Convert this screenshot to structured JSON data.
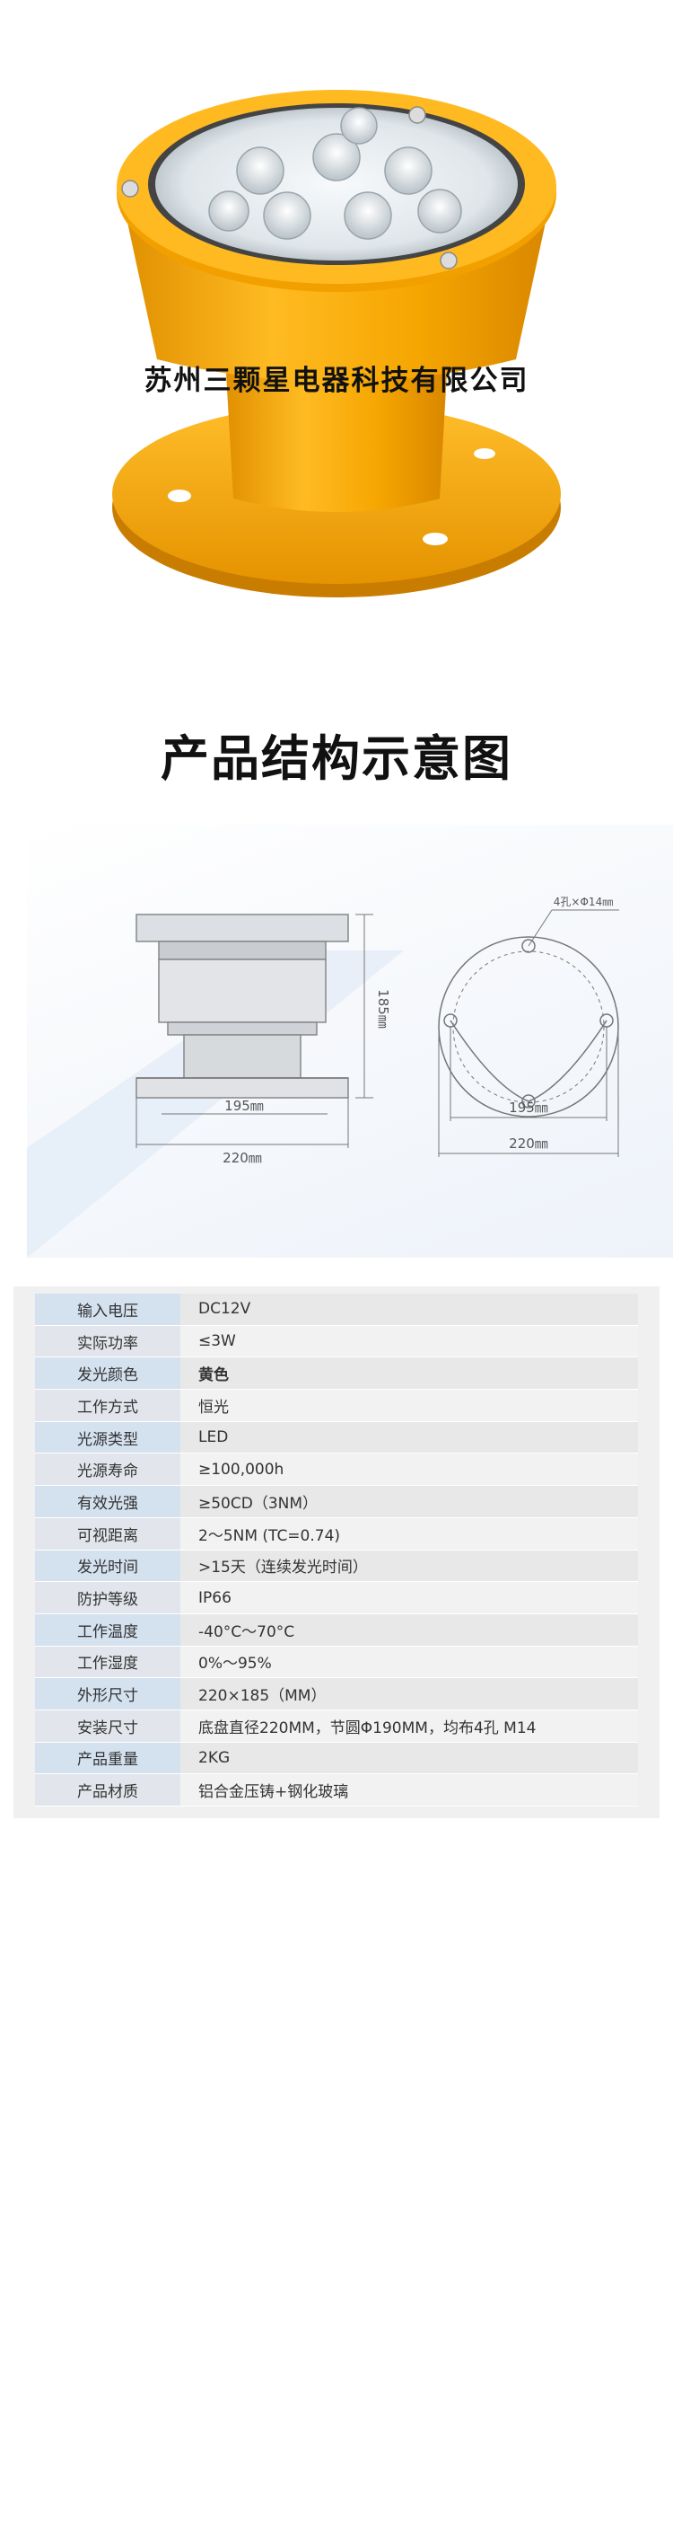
{
  "hero": {
    "watermark": "苏州三颗星电器科技有限公司",
    "colors": {
      "body": "#f5a500",
      "body_shadow": "#d98a00",
      "rim": "#ffb719",
      "lens": "#e9edf0"
    }
  },
  "section": {
    "title": "产品结构示意图"
  },
  "diagram": {
    "side": {
      "height_label": "185㎜",
      "inner_width_label": "195㎜",
      "outer_width_label": "220㎜"
    },
    "top": {
      "holes_label": "4孔×Φ14㎜",
      "pitch_label": "195㎜",
      "outer_label": "220㎜"
    }
  },
  "specs": [
    {
      "key": "输入电压",
      "value": "DC12V"
    },
    {
      "key": "实际功率",
      "value": "≤3W"
    },
    {
      "key": "发光颜色",
      "value": "黄色"
    },
    {
      "key": "工作方式",
      "value": "恒光"
    },
    {
      "key": "光源类型",
      "value": "LED"
    },
    {
      "key": "光源寿命",
      "value": "≥100,000h"
    },
    {
      "key": "有效光强",
      "value": "≥50CD（3NM）"
    },
    {
      "key": "可视距离",
      "value": "2～5NM (TC=0.74)"
    },
    {
      "key": "发光时间",
      "value": ">15天（连续发光时间）"
    },
    {
      "key": "防护等级",
      "value": "IP66"
    },
    {
      "key": "工作温度",
      "value": "-40°C～70°C"
    },
    {
      "key": "工作湿度",
      "value": "0%～95%"
    },
    {
      "key": "外形尺寸",
      "value": "220×185（MM）"
    },
    {
      "key": "安装尺寸",
      "value": "底盘直径220MM，节圆Φ190MM，均布4孔 M14"
    },
    {
      "key": "产品重量",
      "value": "2KG"
    },
    {
      "key": "产品材质",
      "value": "铝合金压铸+钢化玻璃"
    }
  ]
}
